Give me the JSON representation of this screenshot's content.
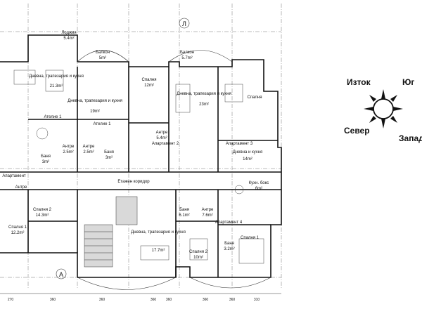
{
  "grid_labels": {
    "top": "Л",
    "bottom": "А"
  },
  "rooms": [
    {
      "id": "lodzhia",
      "name": "Лоджия",
      "area": "5.4m²"
    },
    {
      "id": "balkon-1",
      "name": "Балкон",
      "area": "5m²"
    },
    {
      "id": "balkon-2",
      "name": "Балкон",
      "area": "5.7m²"
    },
    {
      "id": "dnevna-1",
      "name": "Дневна, трапезария и кухня",
      "area": "21.3m²"
    },
    {
      "id": "dnevna-2",
      "name": "Дневна, трапезария и кухня",
      "area": "19m²"
    },
    {
      "id": "spalnia-1",
      "name": "Спалня",
      "area": "12m²"
    },
    {
      "id": "dnevna-3",
      "name": "Дневна, трапезария и кухня",
      "area": "23m²"
    },
    {
      "id": "spalnia-2",
      "name": "Спалня",
      "area": ""
    },
    {
      "id": "atelie-1",
      "name": "Ателие 1",
      "area": ""
    },
    {
      "id": "atelie-1b",
      "name": "Ателие 1",
      "area": ""
    },
    {
      "id": "antre-1",
      "name": "Антре",
      "area": "2.5m²"
    },
    {
      "id": "antre-2",
      "name": "Антре",
      "area": "2.5m²"
    },
    {
      "id": "bania-1",
      "name": "Баня",
      "area": "3m²"
    },
    {
      "id": "antre-3",
      "name": "Антре",
      "area": "5.4m²"
    },
    {
      "id": "bania-2",
      "name": "Баня",
      "area": "3m²"
    },
    {
      "id": "apartament-2",
      "name": "Апартамент 2",
      "area": ""
    },
    {
      "id": "apartament-3",
      "name": "Апартамент 3",
      "area": ""
    },
    {
      "id": "dnevna-4",
      "name": "Дневна и кухня",
      "area": "14m²"
    },
    {
      "id": "apartament-1",
      "name": "Апартамент",
      "area": ""
    },
    {
      "id": "koridor",
      "name": "Етажен коридор",
      "area": ""
    },
    {
      "id": "kuhnia",
      "name": "Кухн. бокс",
      "area": "6m²"
    },
    {
      "id": "antre-4",
      "name": "Антре",
      "area": ""
    },
    {
      "id": "spalnia-3",
      "name": "Спалня 2",
      "area": "14.3m²"
    },
    {
      "id": "spalnia-4",
      "name": "Спалня 1",
      "area": "12.2m²"
    },
    {
      "id": "bania-3",
      "name": "Баня",
      "area": "6.1m²"
    },
    {
      "id": "antre-5",
      "name": "Антре",
      "area": "7.6m²"
    },
    {
      "id": "apartament-4",
      "name": "Апартамент 4",
      "area": ""
    },
    {
      "id": "dnevna-5",
      "name": "Дневна, трапезария и кухня",
      "area": "17.7m²"
    },
    {
      "id": "spalnia-5",
      "name": "Спалня 2",
      "area": "10m²"
    },
    {
      "id": "spalnia-6",
      "name": "Спалня 1",
      "area": ""
    },
    {
      "id": "bania-4",
      "name": "Баня",
      "area": "3.2m²"
    }
  ],
  "compass": {
    "north": "Север",
    "south": "Юг",
    "east": "Изток",
    "west": "Запад"
  },
  "dimensions": [
    "270",
    "360",
    "360",
    "360",
    "360",
    "360",
    "360",
    "310"
  ]
}
